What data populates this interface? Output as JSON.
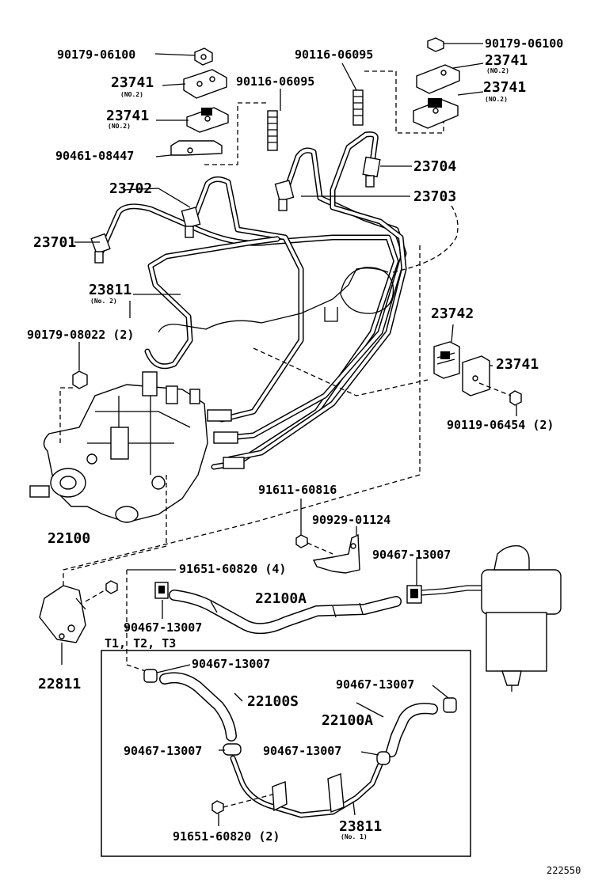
{
  "labels": {
    "p90179_06100_a": "90179-06100",
    "p23741_a": "23741",
    "p23741_a_note": "(NO.2)",
    "p23741_b": "23741",
    "p23741_b_note": "(NO.2)",
    "p90461_08447": "90461-08447",
    "p90116_06095_a": "90116-06095",
    "p90116_06095_b": "90116-06095",
    "p90179_06100_b": "90179-06100",
    "p23741_c": "23741",
    "p23741_c_note": "(NO.2)",
    "p23741_d": "23741",
    "p23741_d_note": "(NO.2)",
    "p23702": "23702",
    "p23704": "23704",
    "p23703": "23703",
    "p23701": "23701",
    "p23811_a": "23811",
    "p23811_a_note": "(No. 2)",
    "p90179_08022": "90179-08022 (2)",
    "p23742": "23742",
    "p23741_e": "23741",
    "p90119_06454": "90119-06454 (2)",
    "p91611_60816": "91611-60816",
    "p90929_01124": "90929-01124",
    "p22100": "22100",
    "p90467_13007_a": "90467-13007",
    "p91651_60820_4": "91651-60820 (4)",
    "p22100A_a": "22100A",
    "p90467_13007_b": "90467-13007",
    "p22811": "22811",
    "t_codes": "T1, T2, T3",
    "p90467_13007_c": "90467-13007",
    "p22100S": "22100S",
    "p90467_13007_d": "90467-13007",
    "p22100A_b": "22100A",
    "p90467_13007_e": "90467-13007",
    "p90467_13007_f": "90467-13007",
    "p91651_60820_2": "91651-60820 (2)",
    "p23811_b": "23811",
    "p23811_b_note": "(No. 1)",
    "figure_code": "222550"
  }
}
